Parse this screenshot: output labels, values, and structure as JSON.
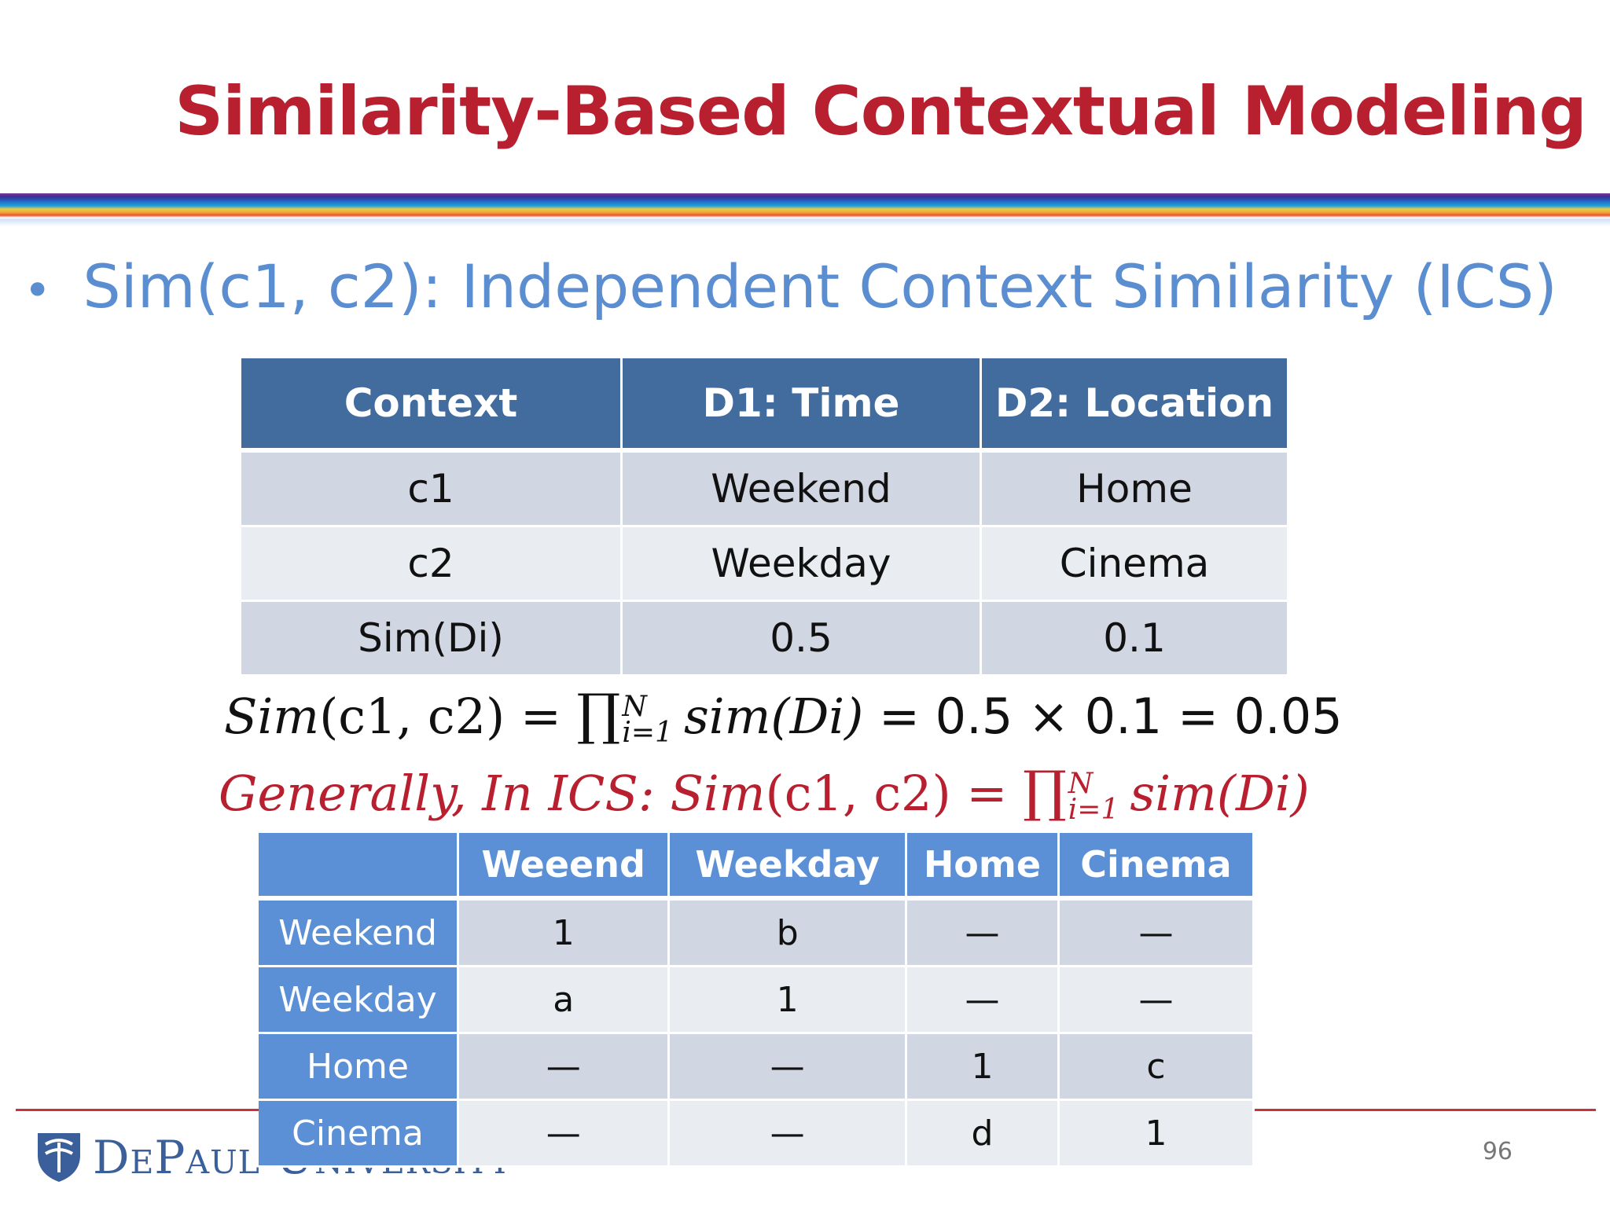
{
  "slide": {
    "title": "Similarity-Based Contextual Modeling",
    "bullet": "Sim(c1, c2): Independent Context Similarity (ICS)",
    "page_number": "96"
  },
  "table1": {
    "headers": [
      "Context",
      "D1: Time",
      "D2: Location"
    ],
    "rows": [
      [
        "c1",
        "Weekend",
        "Home"
      ],
      [
        "c2",
        "Weekday",
        "Cinema"
      ],
      [
        "Sim(Di)",
        "0.5",
        "0.1"
      ]
    ]
  },
  "formula1": {
    "lhs": "Sim",
    "args": "(c1, c2)",
    "eq": "=",
    "prod": "∏",
    "upper": "N",
    "lower": "i=1",
    "term": "sim(Di)",
    "result": "= 0.5 × 0.1 = 0.05"
  },
  "formula2": {
    "prefix": "Generally, In ICS:",
    "lhs": "Sim",
    "args": "(c1, c2)",
    "eq": "=",
    "prod": "∏",
    "upper": "N",
    "lower": "i=1",
    "term": "sim(Di)"
  },
  "table2": {
    "headers": [
      "",
      "Weeend",
      "Weekday",
      "Home",
      "Cinema"
    ],
    "rows": [
      {
        "label": "Weekend",
        "cells": [
          "1",
          "b",
          "—",
          "—"
        ]
      },
      {
        "label": "Weekday",
        "cells": [
          "a",
          "1",
          "—",
          "—"
        ]
      },
      {
        "label": "Home",
        "cells": [
          "—",
          "—",
          "1",
          "c"
        ]
      },
      {
        "label": "Cinema",
        "cells": [
          "—",
          "—",
          "d",
          "1"
        ]
      }
    ]
  },
  "footer": {
    "logo_text": "DePaul University",
    "logo_icon": "shield-crest-icon",
    "line_color": "#c8323a"
  },
  "colors": {
    "title": "#b8202f",
    "bullet": "#5b8dd1",
    "table1_header": "#426b9e",
    "table2_header": "#5b8fd6"
  }
}
